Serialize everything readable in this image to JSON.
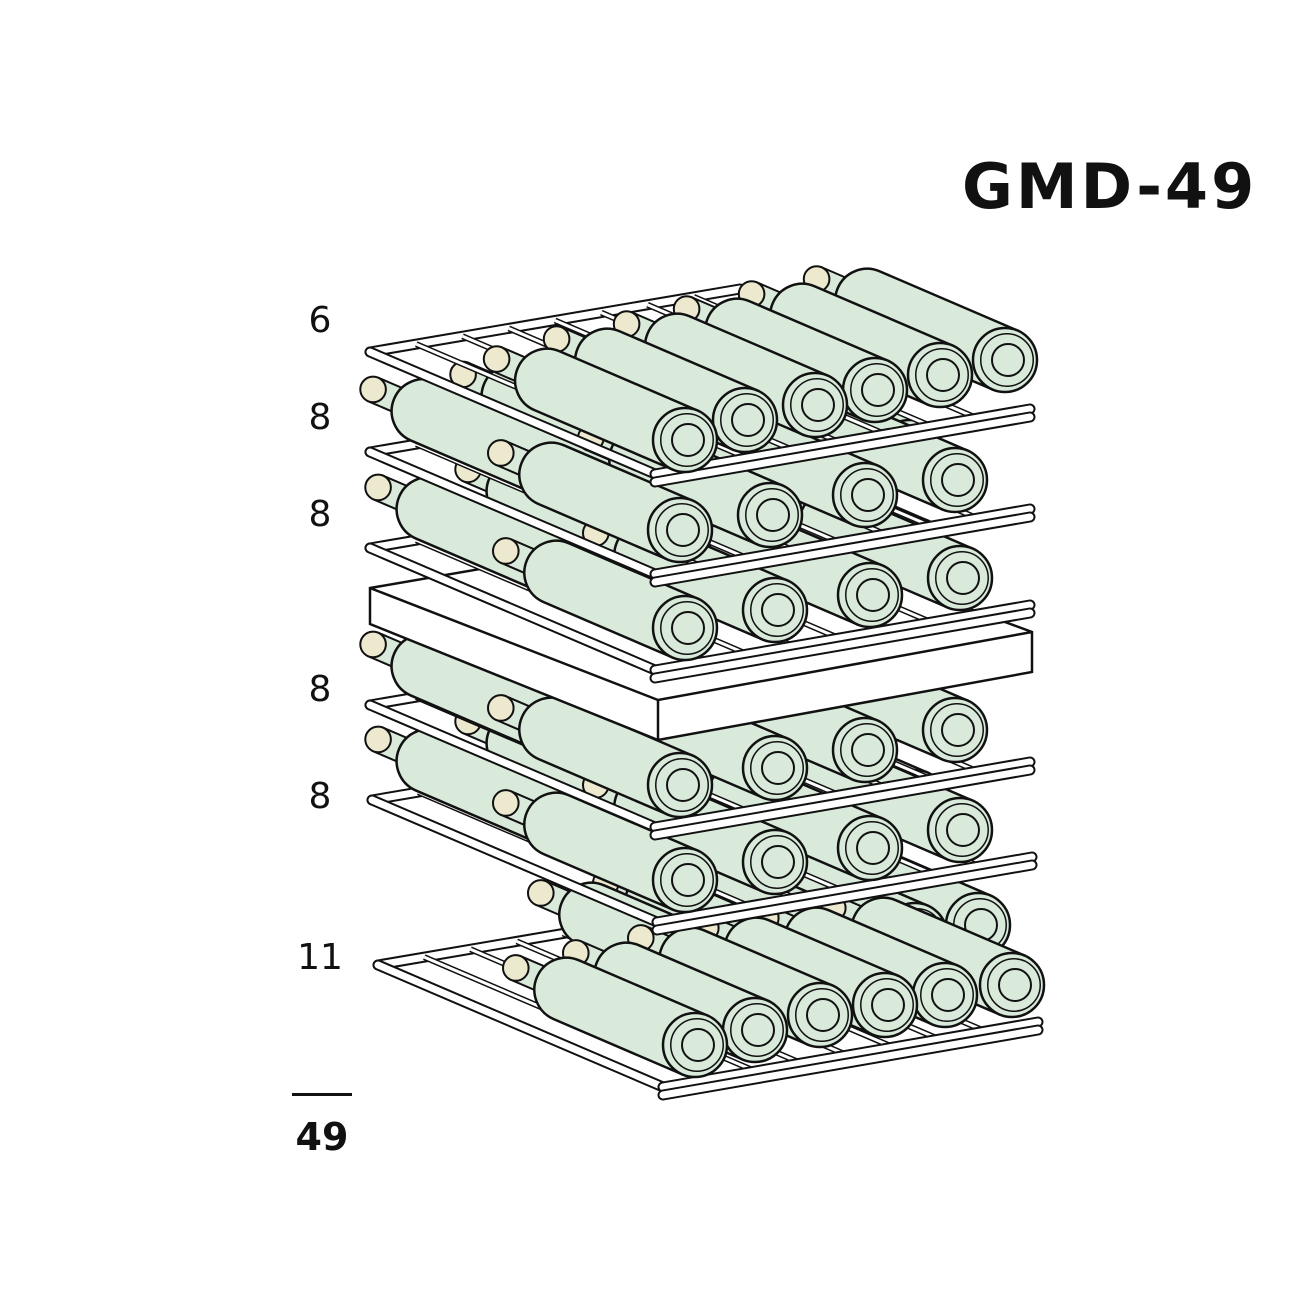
{
  "model": "GMD-49",
  "shelves": [
    {
      "label": "6"
    },
    {
      "label": "8"
    },
    {
      "label": "8"
    },
    {
      "label": "8"
    },
    {
      "label": "8"
    },
    {
      "label": "11"
    }
  ],
  "total": "49",
  "colors": {
    "bottle": "#d9eadb",
    "cap": "#ece9cf",
    "outline": "#111111",
    "rack": "#ffffff"
  }
}
